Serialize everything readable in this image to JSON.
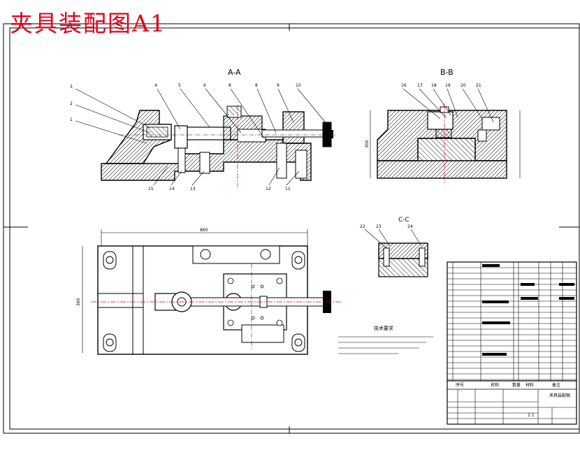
{
  "title": "夹具装配图A1",
  "views": {
    "section_aa": "A-A",
    "section_bb": "B-B",
    "section_cc": "C-C"
  },
  "balloons_aa_top": [
    "3",
    "2",
    "1",
    "4",
    "5",
    "6",
    "8",
    "8",
    "9",
    "10"
  ],
  "balloons_aa_bottom": [
    "15",
    "14",
    "13",
    "12",
    "11"
  ],
  "balloons_bb": [
    "16",
    "17",
    "18",
    "19",
    "20",
    "21"
  ],
  "balloons_cc": [
    "22",
    "23",
    "24"
  ],
  "dimensions": {
    "plan_width": "860",
    "plan_height": "360",
    "bb_height": "300"
  },
  "tech_requirements_title": "技术要求",
  "title_block": {
    "header": [
      "序号",
      "名称",
      "数量",
      "材料",
      "备注"
    ],
    "drawing_name": "夹具装配图",
    "scale": "1:1"
  },
  "colors": {
    "title": "#e0001b",
    "line": "#000000",
    "hatch": "#000000",
    "center_line": "#e0001b"
  }
}
